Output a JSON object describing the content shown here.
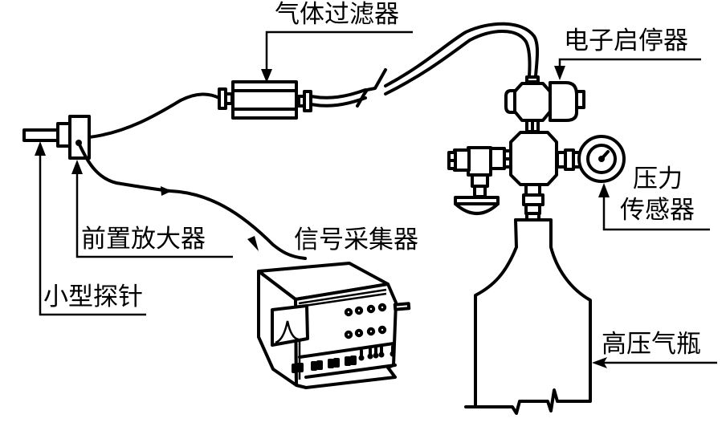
{
  "figure": {
    "type": "experimental setup schematic",
    "stroke_color": "#000000",
    "background_color": "#ffffff"
  },
  "labels": {
    "gas_filter": "气体过滤器",
    "electronic_switch": "电子启停器",
    "pressure_sensor_line1": "压力",
    "pressure_sensor_line2": "传感器",
    "preamplifier": "前置放大器",
    "signal_collector": "信号采集器",
    "small_probe": "小型探针",
    "high_pressure_cylinder": "高压气瓶"
  },
  "components": [
    {
      "id": "small-probe",
      "label_key": "small_probe"
    },
    {
      "id": "preamplifier",
      "label_key": "preamplifier"
    },
    {
      "id": "gas-filter",
      "label_key": "gas_filter"
    },
    {
      "id": "electronic-switch",
      "label_key": "electronic_switch"
    },
    {
      "id": "pressure-sensor",
      "label_key": "pressure_sensor_line1"
    },
    {
      "id": "signal-collector",
      "label_key": "signal_collector"
    },
    {
      "id": "high-pressure-cylinder",
      "label_key": "high_pressure_cylinder"
    }
  ]
}
